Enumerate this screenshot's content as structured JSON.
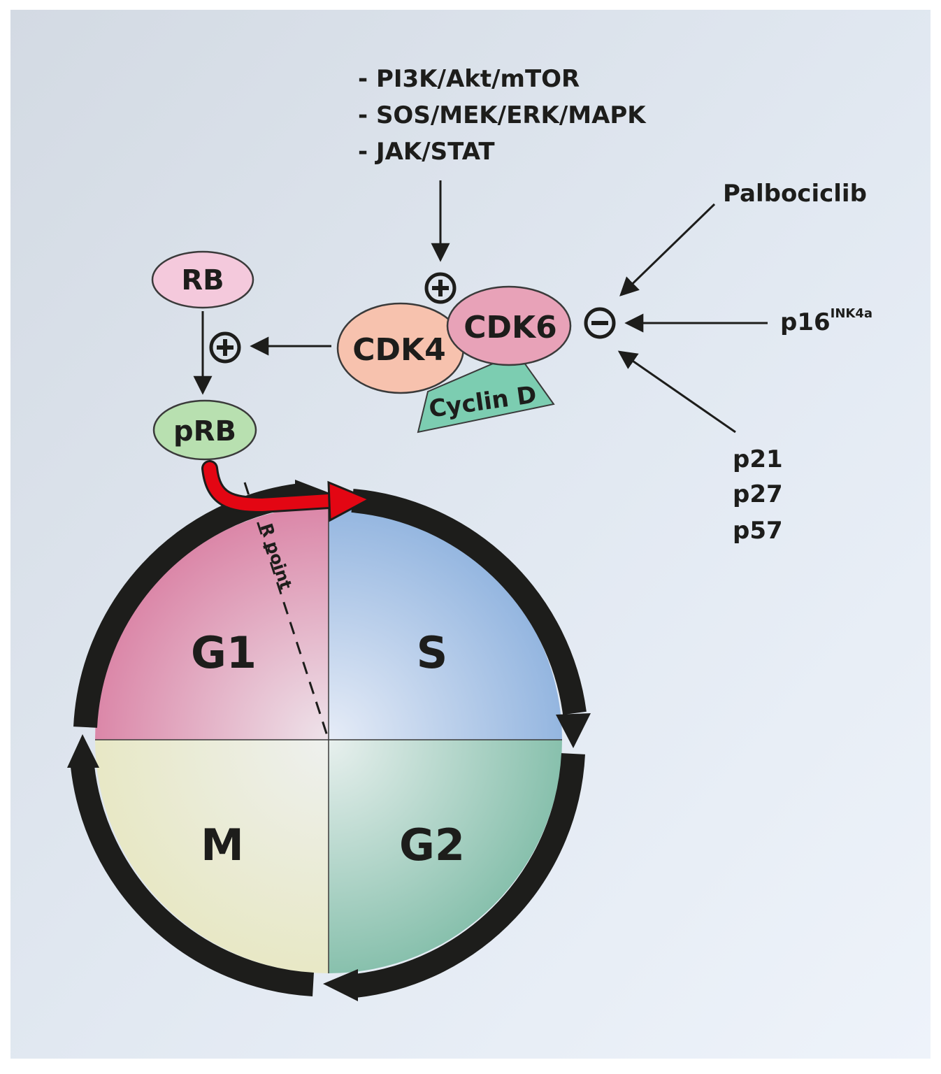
{
  "pathways": [
    "- PI3K/Akt/mTOR",
    "- SOS/MEK/ERK/MAPK",
    "- JAK/STAT"
  ],
  "nodes": {
    "rb": "RB",
    "prb": "pRB",
    "cdk4": "CDK4",
    "cdk6": "CDK6",
    "cyclin_d": "Cyclin D"
  },
  "inhibitors": {
    "palbociclib": "Palbociclib",
    "p16_base": "p16",
    "p16_sup": "INK4a",
    "cki": [
      "p21",
      "p27",
      "p57"
    ]
  },
  "symbols": {
    "activate": "+",
    "inhibit": "−"
  },
  "cycle": {
    "phases": [
      "G1",
      "S",
      "G2",
      "M"
    ],
    "r_point": "R point"
  },
  "colors": {
    "g1": "#d66f97",
    "s": "#7fa8da",
    "g2": "#6fb49c",
    "m": "#e6e6bb",
    "rb": "#f4c9dc",
    "prb": "#b8e0b0",
    "cdk4": "#f7c2ae",
    "cdk6": "#e8a2b8",
    "cyclin_d": "#7ccdb1",
    "red_arrow": "#e30613"
  }
}
